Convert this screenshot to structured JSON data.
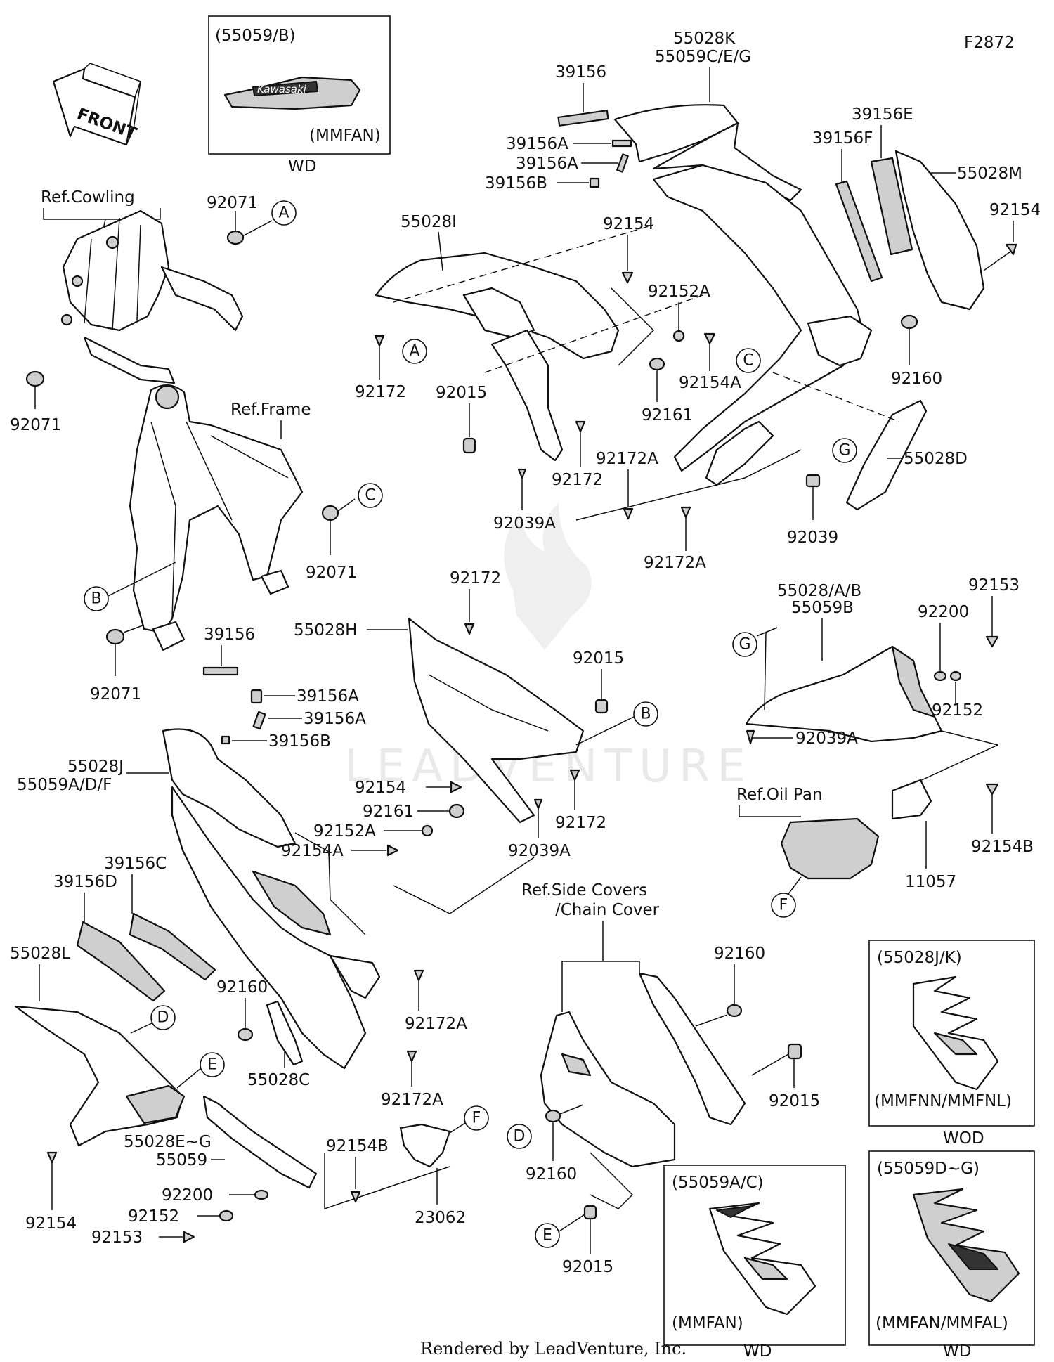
{
  "diagram_code": "F2872",
  "watermark": "LEADVENTURE",
  "footer": "Rendered by LeadVenture, Inc.",
  "front_arrow": "FRONT",
  "logo_text": "Kawasaki",
  "insets": [
    {
      "id": "inset-top",
      "title": "(55059/B)",
      "variant": "(MMFAN)",
      "note": "WD"
    },
    {
      "id": "inset-jk",
      "title": "(55028J/K)",
      "variant": "(MMFNN/MMFNL)",
      "note": "WOD"
    },
    {
      "id": "inset-ac",
      "title": "(55059A/C)",
      "variant": "(MMFAN)",
      "note": "WD"
    },
    {
      "id": "inset-dg",
      "title": "(55059D~G)",
      "variant": "(MMFAN/MMFAL)",
      "note": "WD"
    }
  ],
  "refs": {
    "cowling": "Ref.Cowling",
    "frame": "Ref.Frame",
    "oil_pan": "Ref.Oil Pan",
    "side_covers": "Ref.Side Covers",
    "chain_cover": "/Chain Cover"
  },
  "callouts": [
    "A",
    "B",
    "C",
    "D",
    "E",
    "F",
    "G"
  ],
  "labels": [
    "55028K",
    "55059C/E/G",
    "39156",
    "39156A",
    "39156A",
    "39156B",
    "39156E",
    "39156F",
    "55028M",
    "92154",
    "55028I",
    "92154",
    "92152A",
    "92172",
    "92015",
    "92161",
    "92154A",
    "92160",
    "92172",
    "92172A",
    "92039A",
    "92172A",
    "55028D",
    "92039",
    "92071",
    "92071",
    "92071",
    "92071",
    "92172",
    "55028H",
    "92015",
    "39156",
    "39156A",
    "39156A",
    "39156B",
    "55028J",
    "55059A/D/F",
    "92154",
    "92161",
    "92152A",
    "92154A",
    "92172",
    "92039A",
    "55028/A/B",
    "55059B",
    "92153",
    "92200",
    "92152",
    "92039A",
    "92154B",
    "11057",
    "39156C",
    "39156D",
    "55028L",
    "92160",
    "92172A",
    "55028C",
    "92172A",
    "55028E~G",
    "55059",
    "92154B",
    "92200",
    "92152",
    "92153",
    "23062",
    "92154",
    "92160",
    "92015",
    "92160",
    "92015"
  ]
}
